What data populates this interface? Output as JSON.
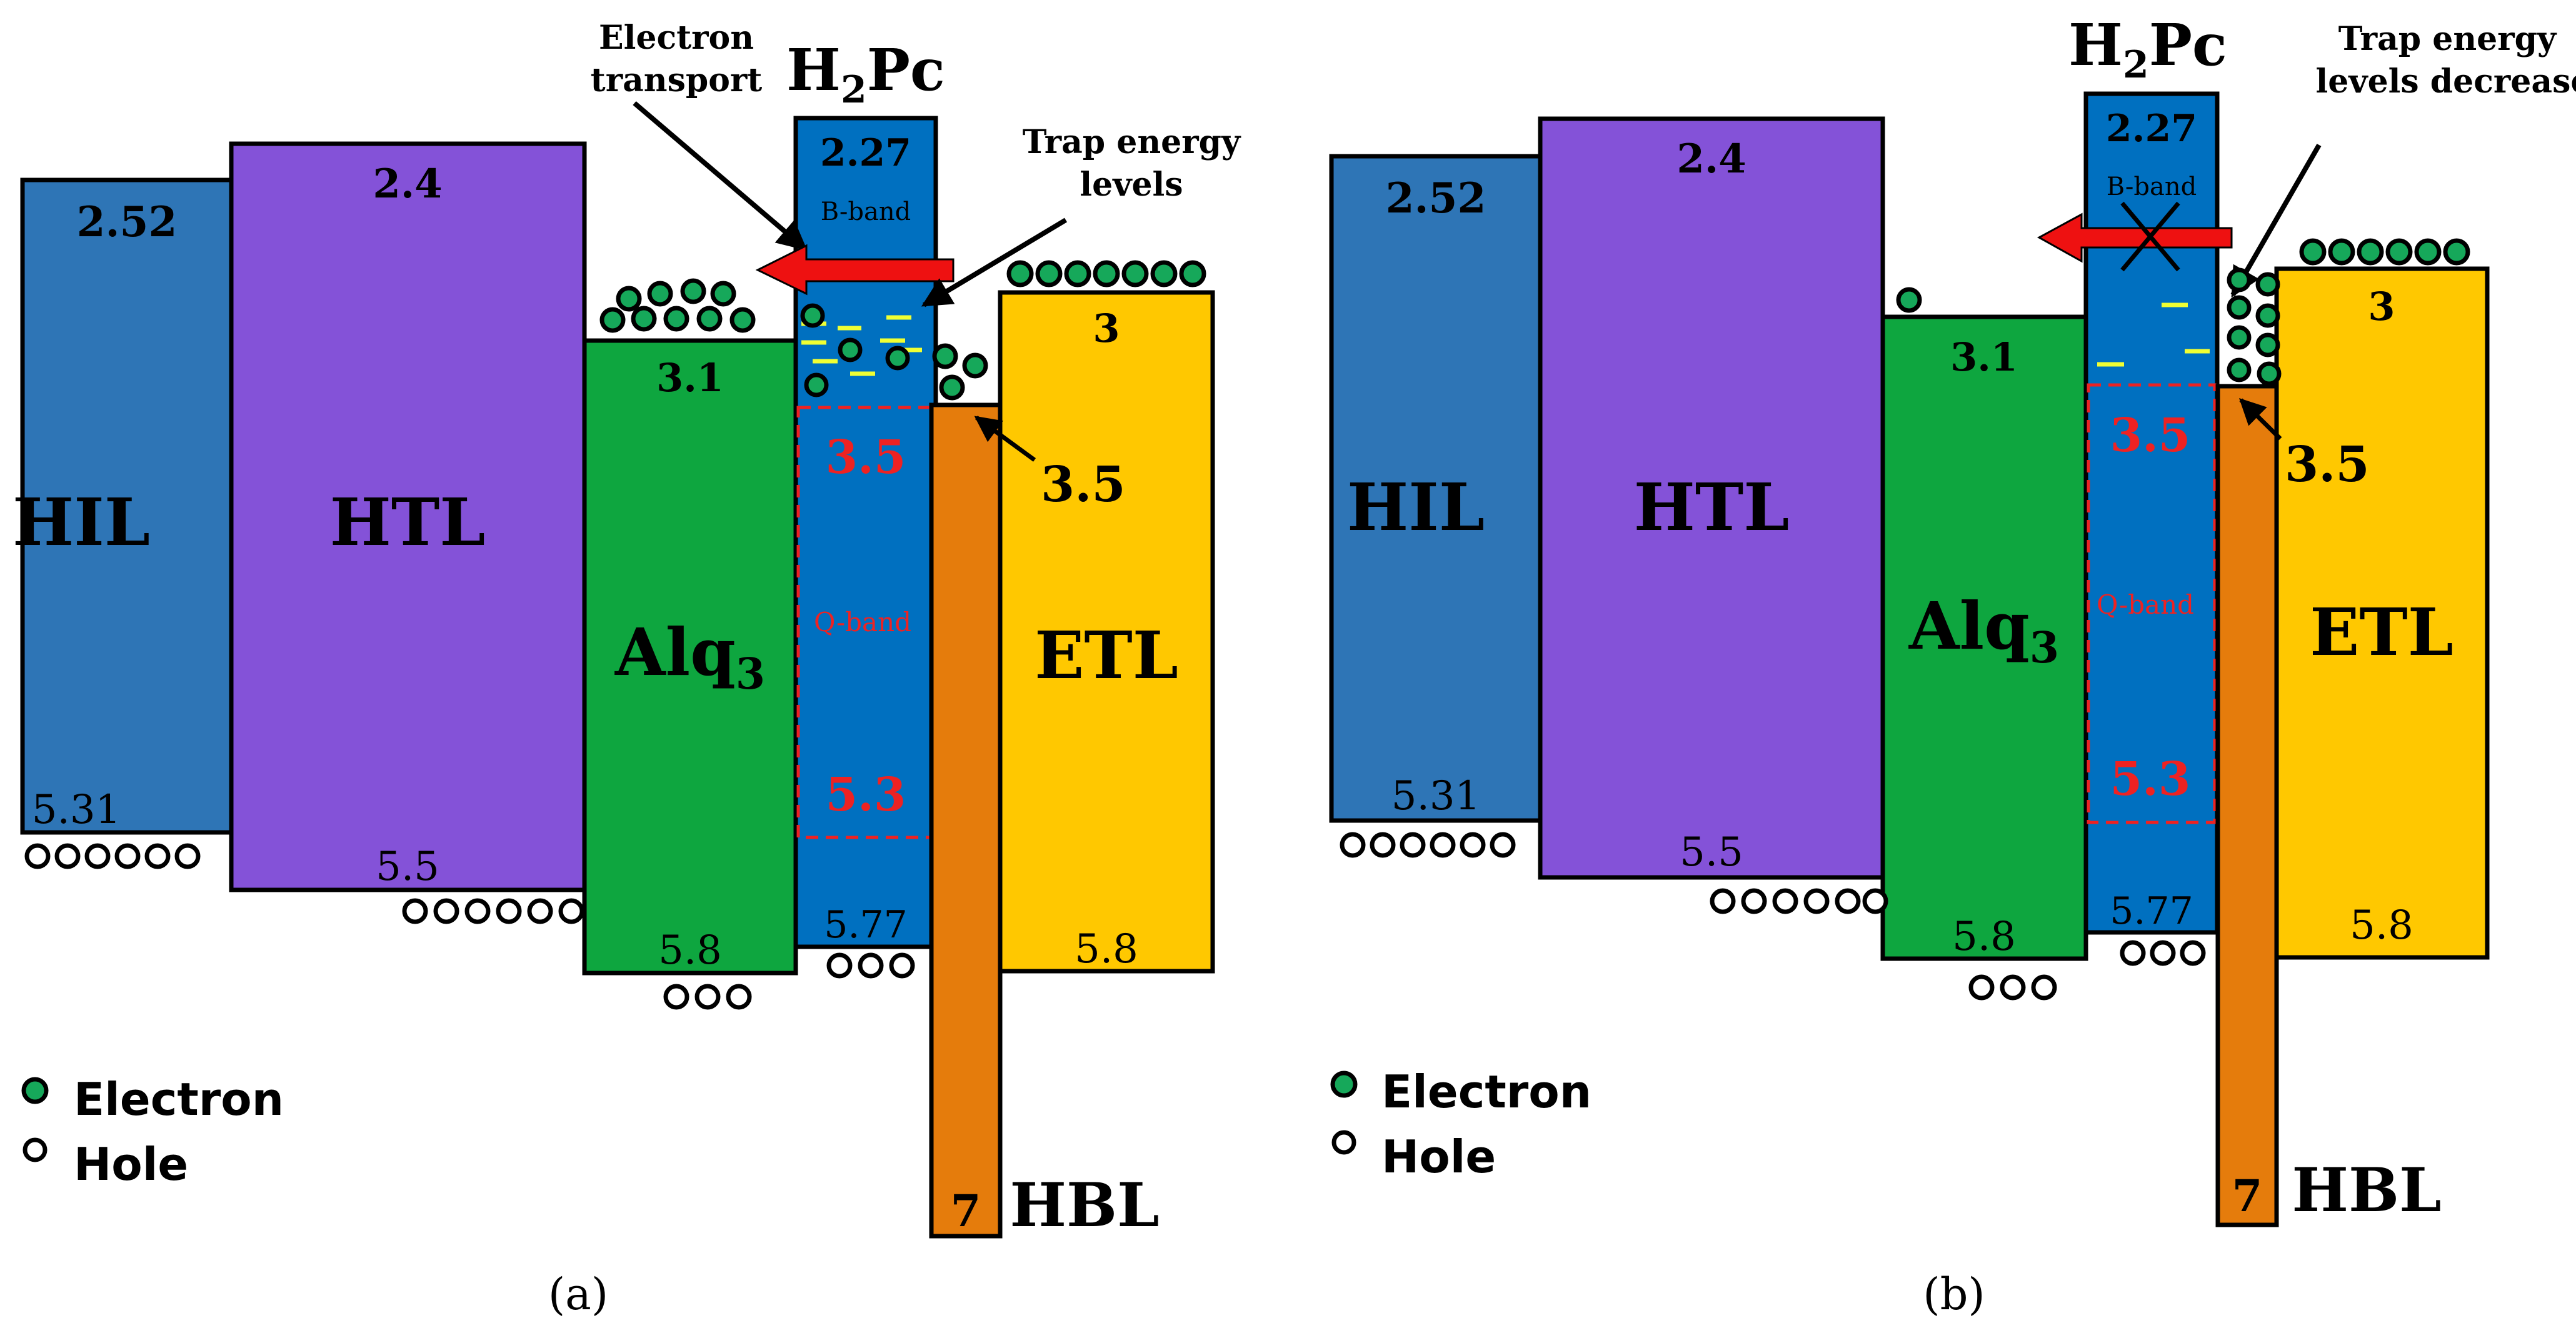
{
  "colors": {
    "hil": "#2E75B6",
    "htl": "#8452D8",
    "alq": "#0EA63F",
    "h2pc": "#0070C0",
    "hbl": "#E57C0C",
    "etl": "#FFC800",
    "arrow": "#EE1111",
    "trap": "#F0FF33",
    "electron": "#16A85A",
    "qband": "#EE2222"
  },
  "panels": [
    {
      "caption": "(a)",
      "layers": {
        "hil": {
          "name": "HIL",
          "lumo": "2.52",
          "homo": "5.31"
        },
        "htl": {
          "name": "HTL",
          "lumo": "2.4",
          "homo": "5.5"
        },
        "alq": {
          "name": "Alq",
          "sub": "3",
          "lumo": "3.1",
          "homo": "5.8"
        },
        "h2pc": {
          "name": "H",
          "sub": "2",
          "name2": "Pc",
          "lumo": "2.27",
          "homo": "5.77",
          "bband": "B-band",
          "qband": "Q-band",
          "q_top": "3.5",
          "q_bottom": "5.3"
        },
        "hbl": {
          "name": "HBL",
          "homo": "7",
          "lumo": "3.5"
        },
        "etl": {
          "name": "ETL",
          "lumo": "3",
          "homo": "5.8"
        }
      },
      "annotations": {
        "electron_transport": [
          "Electron",
          "transport"
        ],
        "trap": [
          "Trap energy",
          "levels"
        ]
      },
      "legend": {
        "electron": "Electron",
        "hole": "Hole"
      }
    },
    {
      "caption": "(b)",
      "layers": {
        "hil": {
          "name": "HIL",
          "lumo": "2.52",
          "homo": "5.31"
        },
        "htl": {
          "name": "HTL",
          "lumo": "2.4",
          "homo": "5.5"
        },
        "alq": {
          "name": "Alq",
          "sub": "3",
          "lumo": "3.1",
          "homo": "5.8"
        },
        "h2pc": {
          "name": "H",
          "sub": "2",
          "name2": "Pc",
          "lumo": "2.27",
          "homo": "5.77",
          "bband": "B-band",
          "qband": "Q-band",
          "q_top": "3.5",
          "q_bottom": "5.3"
        },
        "hbl": {
          "name": "HBL",
          "homo": "7",
          "lumo": "3.5"
        },
        "etl": {
          "name": "ETL",
          "lumo": "3",
          "homo": "5.8"
        }
      },
      "annotations": {
        "trap": [
          "Trap energy",
          "levels decrease"
        ]
      },
      "legend": {
        "electron": "Electron",
        "hole": "Hole"
      }
    }
  ]
}
